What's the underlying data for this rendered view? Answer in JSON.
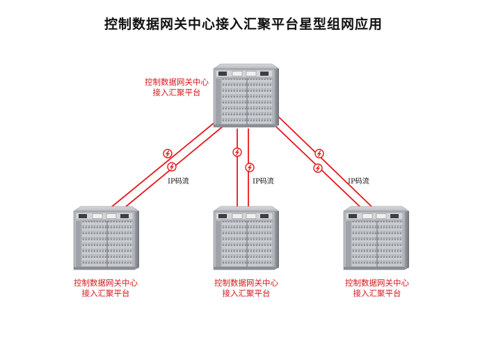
{
  "title": "控制数据网关中心接入汇聚平台星型组网应用",
  "nodes": {
    "center": {
      "line1": "控制数据网关中心",
      "line2": "接入汇聚平台"
    },
    "left": {
      "line1": "控制数据网关中心",
      "line2": "接入汇聚平台"
    },
    "middle": {
      "line1": "控制数据网关中心",
      "line2": "接入汇聚平台"
    },
    "right": {
      "line1": "控制数据网关中心",
      "line2": "接入汇聚平台"
    }
  },
  "links": {
    "left": {
      "label": "IP码流"
    },
    "middle": {
      "label": "IP码流"
    },
    "right": {
      "label": "IP码流"
    }
  },
  "colors": {
    "link": "#e8141b",
    "label": "#d4161b"
  },
  "icons": {
    "link_marker": "lightning-circle-icon",
    "device": "rack-chassis-icon"
  }
}
